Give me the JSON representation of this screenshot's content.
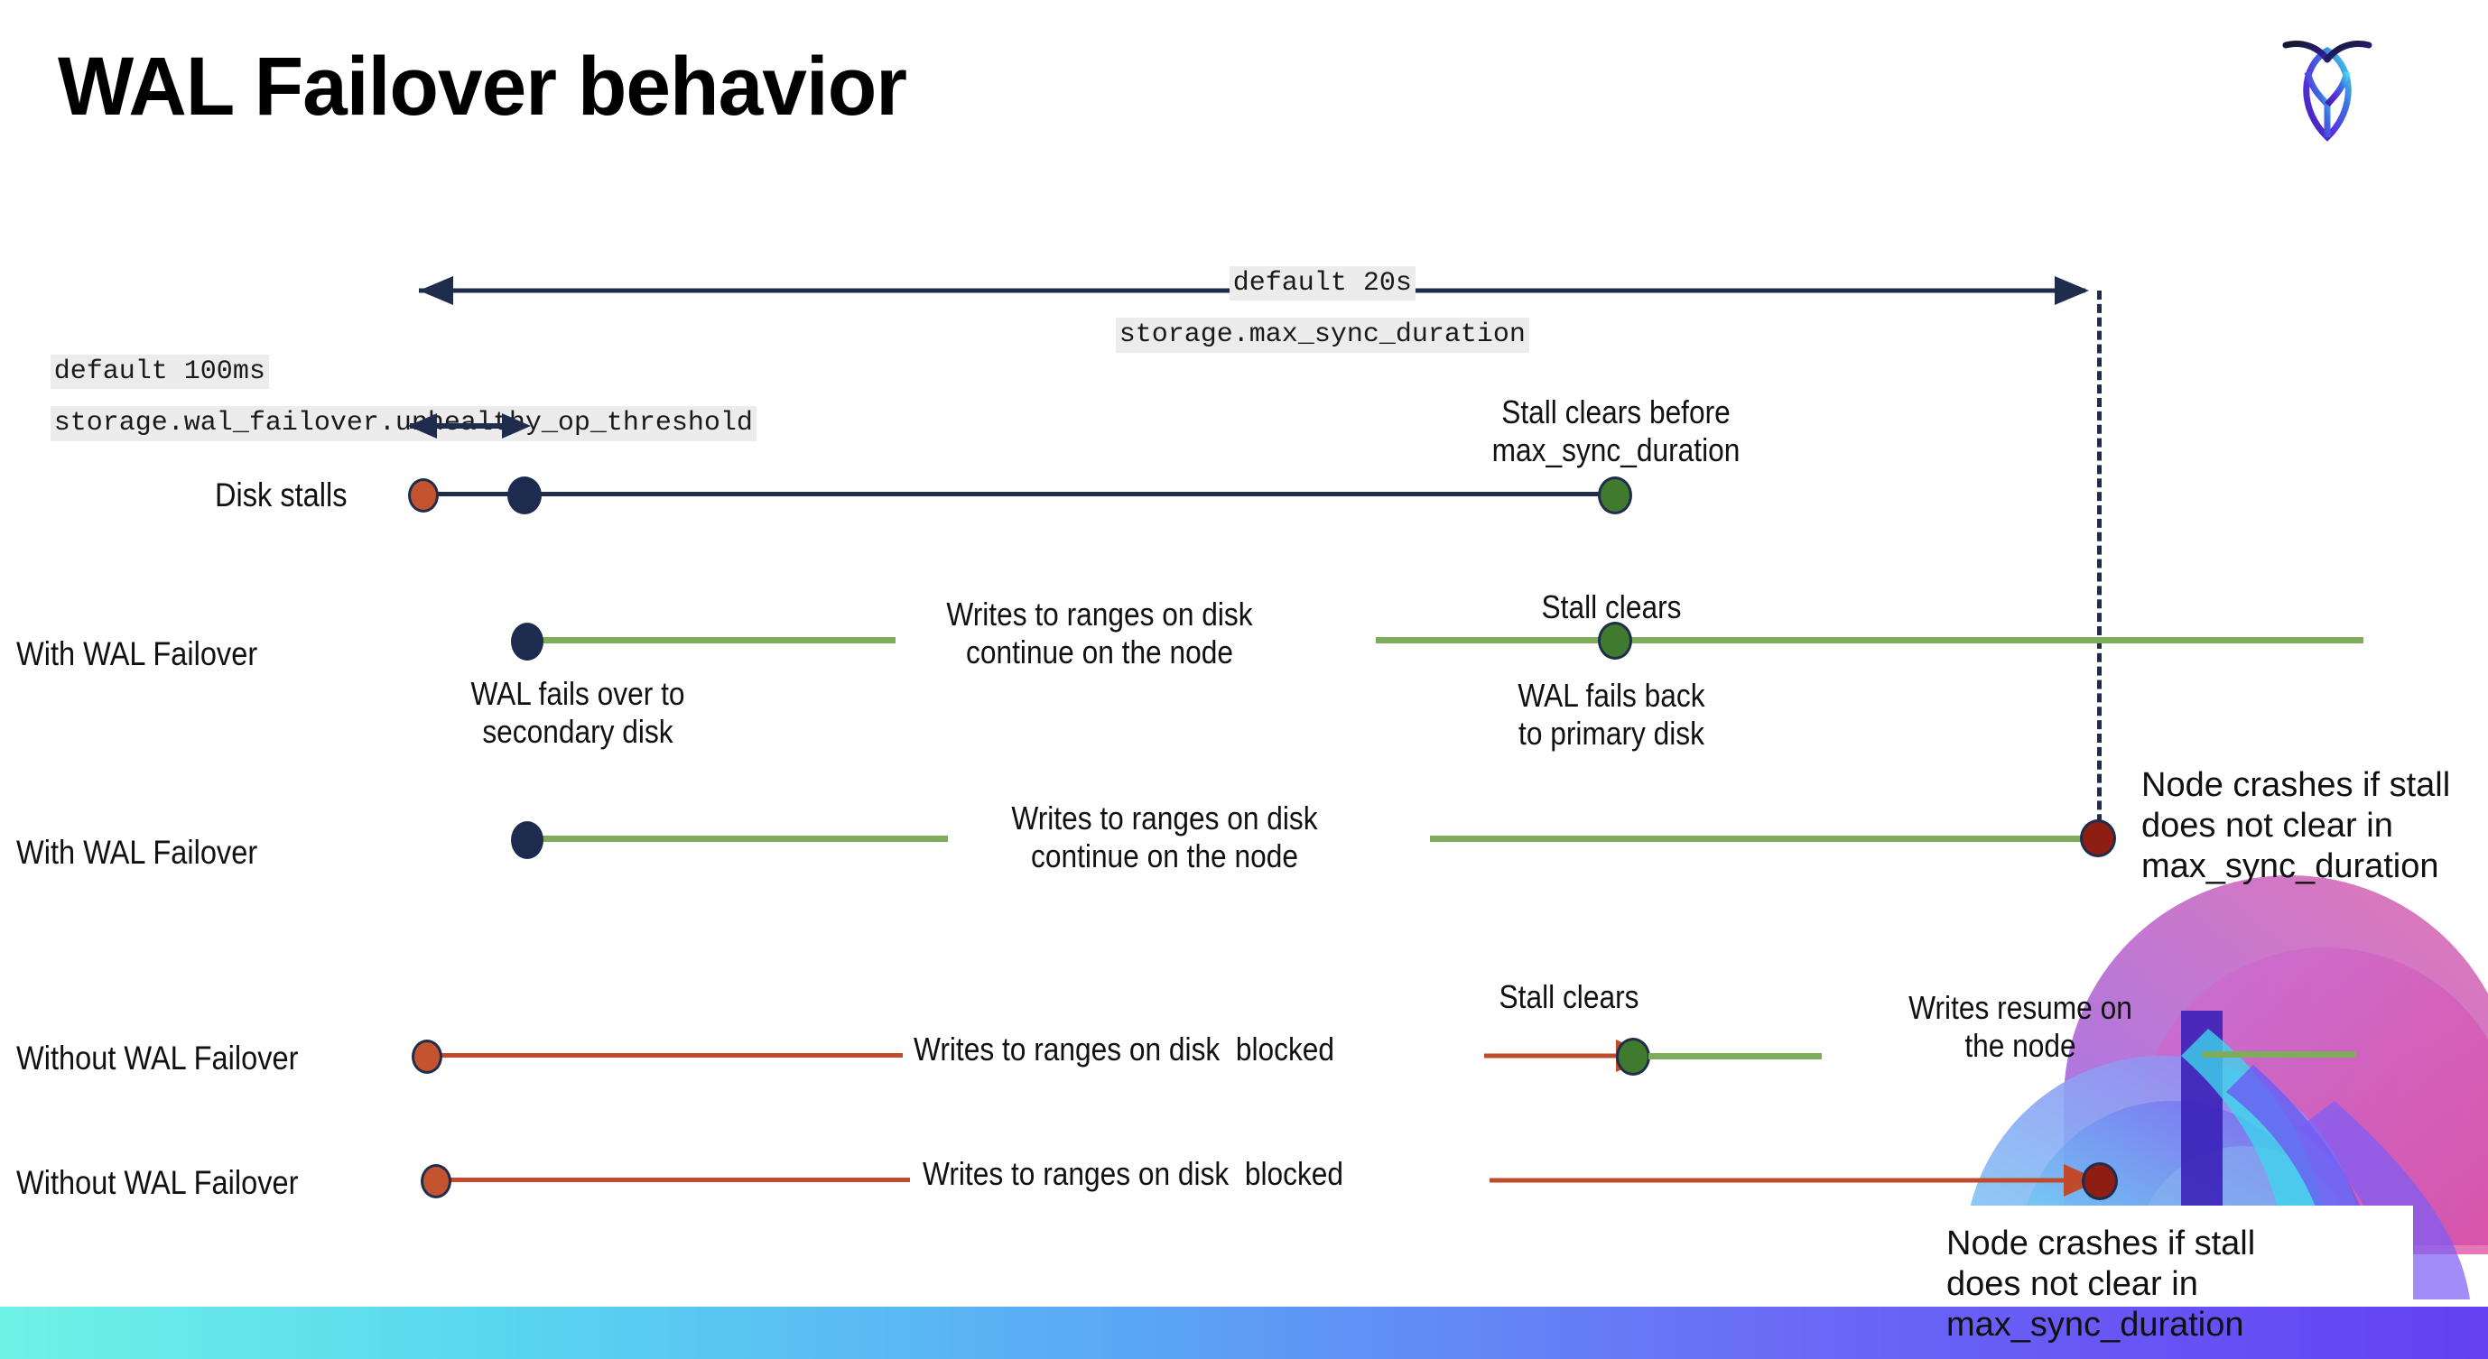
{
  "slide": {
    "title": "WAL Failover behavior",
    "logo_icon": "cockroach-labs-logo-icon"
  },
  "annotations": {
    "max_sync": {
      "default": "default 20s",
      "setting": "storage.max_sync_duration"
    },
    "unhealthy": {
      "default": "default 100ms",
      "setting": "storage.wal_failover.unhealthy_op_threshold"
    }
  },
  "rows": [
    {
      "id": "disk-stalls",
      "label": "Disk stalls",
      "callout_top": "Stall clears before\nmax_sync_duration"
    },
    {
      "id": "with-wal-failover-clears",
      "label": "With WAL Failover",
      "note_mid": "Writes to ranges on disk\ncontinue on the node",
      "note_below_start": "WAL fails over to\nsecondary disk",
      "callout_top": "Stall clears",
      "note_below_end": "WAL fails  back\nto primary disk"
    },
    {
      "id": "with-wal-failover-crash",
      "label": "With WAL Failover",
      "note_mid": "Writes to ranges on disk\ncontinue on the node",
      "crash_note": "Node crashes if stall\ndoes not clear in\nmax_sync_duration"
    },
    {
      "id": "without-wal-failover-clears",
      "label": "Without WAL Failover",
      "note_mid": "Writes to ranges on disk  blocked",
      "callout_top": "Stall clears",
      "note_end": "Writes resume on\nthe node"
    },
    {
      "id": "without-wal-failover-crash",
      "label": "Without WAL Failover",
      "note_mid": "Writes to ranges on disk  blocked",
      "crash_note": "Node crashes if stall\ndoes not clear in\nmax_sync_duration"
    }
  ],
  "colors": {
    "navy": "#1f2d4d",
    "green_line": "#7fac5b",
    "green_dot": "#3f7a2e",
    "red_line": "#c04a2b",
    "red_dot": "#c4532f",
    "dark_red_dot": "#8e1d14",
    "code_bg": "#ececec",
    "bar_gradient_start": "#6ff2e6",
    "bar_gradient_end": "#6340f2"
  }
}
